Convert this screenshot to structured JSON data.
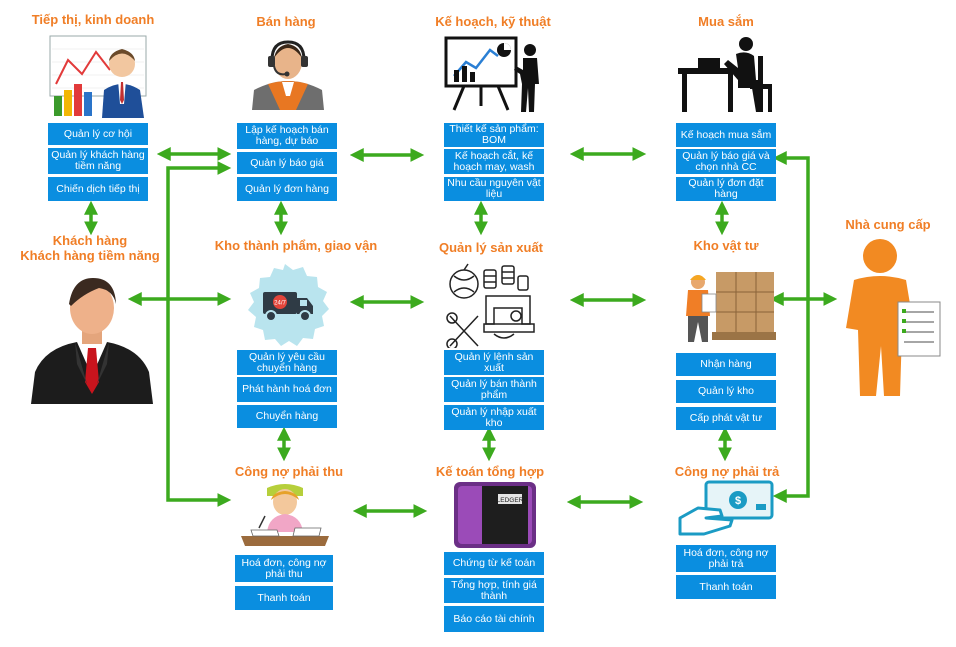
{
  "titles": {
    "marketing": "Tiếp thị, kinh doanh",
    "sales": "Bán hàng",
    "planning": "Kế hoạch, kỹ thuật",
    "purchasing": "Mua sắm",
    "customer_line1": "Khách hàng",
    "customer_line2": "Khách hàng tiềm năng",
    "finished_goods": "Kho thành phẩm, giao vận",
    "production": "Quản lý sản xuất",
    "materials_wh": "Kho vật tư",
    "supplier": "Nhà cung cấp",
    "receivables": "Công nợ phải thu",
    "accounting": "Kế toán tổng hợp",
    "payables": "Công nợ phải trả"
  },
  "marketing": [
    "Quản lý cơ hội",
    "Quản lý khách hàng tiềm năng",
    "Chiến dịch tiếp thị"
  ],
  "sales": [
    "Lập kế hoạch bán hàng, dự báo",
    "Quản lý báo giá",
    "Quản lý đơn hàng"
  ],
  "planning": [
    "Thiết kế sản phẩm: BOM",
    "Kế hoạch cắt, kế hoạch may, wash",
    "Nhu cầu nguyên vật liệu"
  ],
  "purchasing": [
    "Kế hoạch mua sắm",
    "Quản lý báo giá và chọn nhà CC",
    "Quản lý đơn đặt hàng"
  ],
  "finished_goods": [
    "Quản lý yêu cầu chuyển hàng",
    "Phát hành hoá đơn",
    "Chuyển hàng"
  ],
  "production": [
    "Quản lý lệnh sản xuất",
    "Quản lý bán thành phẩm",
    "Quản lý nhập xuất kho"
  ],
  "materials_wh": [
    "Nhận hàng",
    "Quản lý kho",
    "Cấp phát vật tư"
  ],
  "receivables": [
    "Hoá đơn, công nợ phải thu",
    "Thanh toán"
  ],
  "accounting": [
    "Chứng từ kế toán",
    "Tổng hợp, tính giá thành",
    "Báo cáo tài chính"
  ],
  "payables": [
    "Hoá đơn, công nợ phải trả",
    "Thanh toán"
  ],
  "icon_text": {
    "truck_badge": "24/7",
    "ledger_label": "LEDGER"
  },
  "colors": {
    "title": "#f07e26",
    "box": "#0a8ee0",
    "arrow": "#3caa1e"
  }
}
